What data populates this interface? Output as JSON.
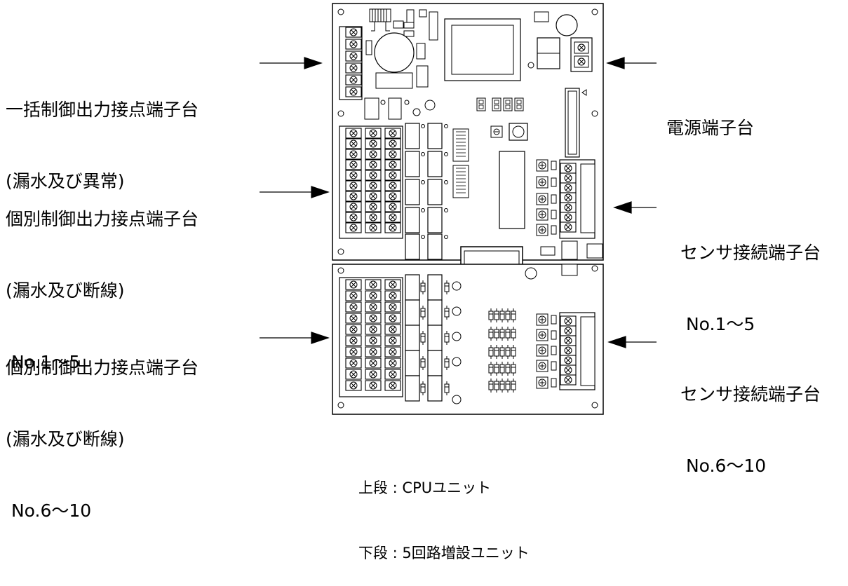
{
  "labels": {
    "collective_terminal": {
      "line1": "一括制御出力接点端子台",
      "line2": "(漏水及び異常)"
    },
    "power_terminal": {
      "line1": "電源端子台"
    },
    "individual_terminal_1_5": {
      "line1": "個別制御出力接点端子台",
      "line2": "(漏水及び断線)",
      "line3": " No.1～5"
    },
    "sensor_terminal_1_5": {
      "line1": "センサ接続端子台",
      "line2": " No.1～5"
    },
    "individual_terminal_6_10": {
      "line1": "個別制御出力接点端子台",
      "line2": "(漏水及び断線)",
      "line3": " No.6～10"
    },
    "sensor_terminal_6_10": {
      "line1": "センサ接続端子台",
      "line2": " No.6～10"
    }
  },
  "caption": {
    "upper": "上段 : CPUユニット",
    "lower": "下段 : 5回路増設ユニット"
  }
}
